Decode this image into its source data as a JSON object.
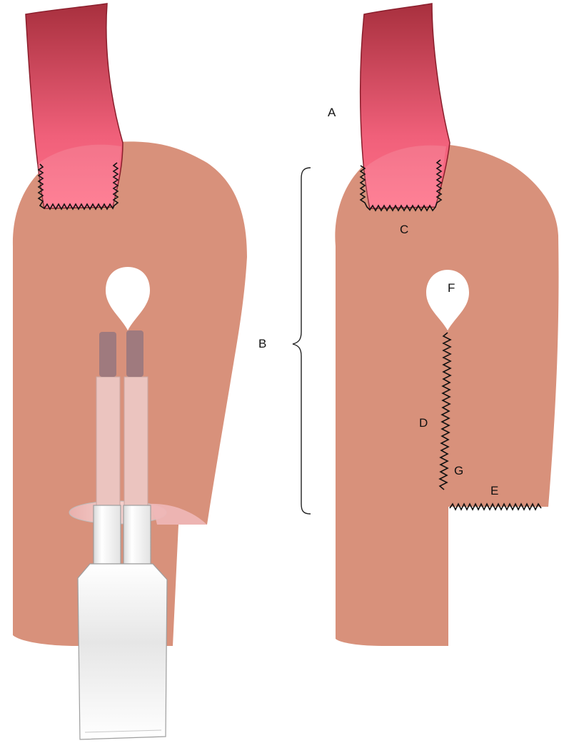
{
  "labels": {
    "a": "A",
    "b": "B",
    "c": "C",
    "d": "D",
    "e": "E",
    "f": "F",
    "g": "G"
  },
  "colors": {
    "tissue": "#d8917b",
    "vessel_top": "#b03a48",
    "vessel_bottom": "#ff6f86",
    "vessel_outline": "#8a1e2c",
    "suture": "#111111",
    "cuff": "#f2c6c6",
    "cuff_tip": "#a37a80",
    "clamp": "#f4f4f4"
  },
  "icons": [
    "tissue-flap-left",
    "tissue-flap-right",
    "vessel-left",
    "vessel-right",
    "teardrop-hole",
    "brace",
    "forceps",
    "suture-zigzag"
  ]
}
